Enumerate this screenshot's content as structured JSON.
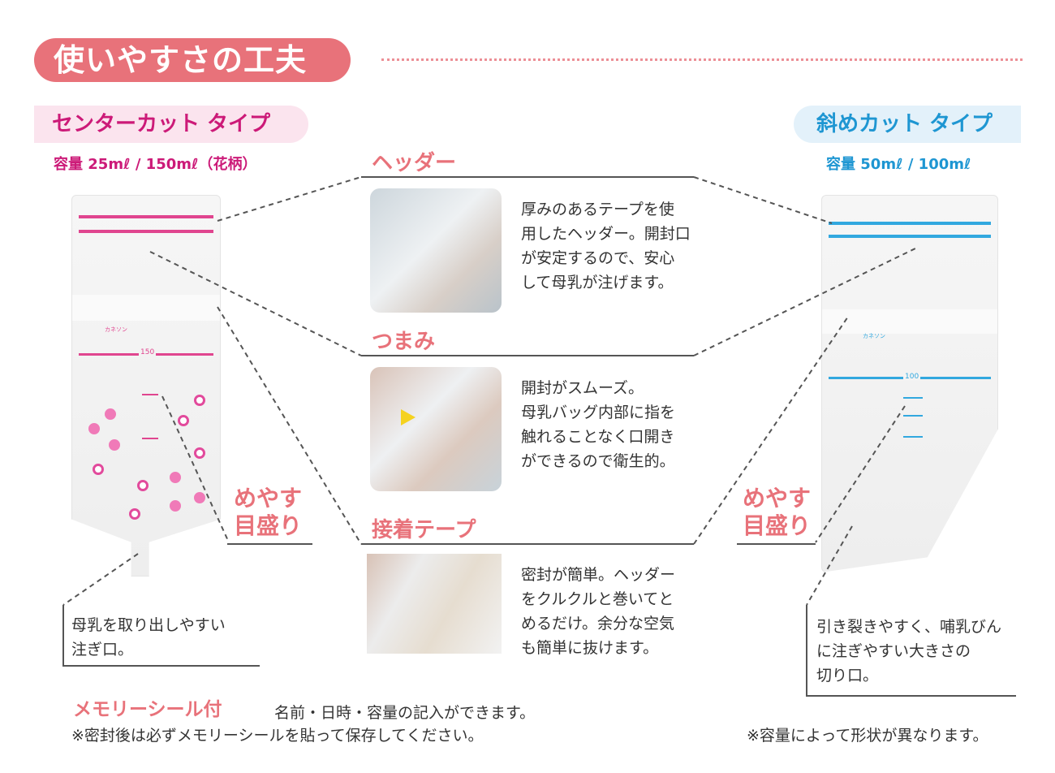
{
  "title": "使いやすさの工夫",
  "center_cut": {
    "label": "センターカット タイプ",
    "capacity": "容量 25mℓ / 150mℓ（花柄）",
    "bag_volume_mark": "150",
    "brand": "カネソン"
  },
  "diagonal_cut": {
    "label": "斜めカット タイプ",
    "capacity": "容量 50mℓ / 100mℓ",
    "bag_volume_mark": "100",
    "brand": "カネソン"
  },
  "features": [
    {
      "title": "ヘッダー",
      "description": "厚みのあるテープを使\n用したヘッダー。開封口\nが安定するので、安心\nして母乳が注げます。"
    },
    {
      "title": "つまみ",
      "description": "開封がスムーズ。\n母乳バッグ内部に指を\n触れることなく口開き\nができるので衛生的。"
    },
    {
      "title": "接着テープ",
      "description": "密封が簡単。ヘッダー\nをクルクルと巻いてと\nめるだけ。余分な空気\nも簡単に抜けます。"
    }
  ],
  "meyasu_label": "めやす\n目盛り",
  "left_callout": "母乳を取り出しやすい\n注ぎ口。",
  "right_callout": "引き裂きやすく、哺乳びん\nに注ぎやすい大きさの\n切り口。",
  "memory_seal": {
    "title": "メモリーシール付",
    "text": "名前・日時・容量の記入ができます。",
    "note": "※密封後は必ずメモリーシールを貼って保存してください。"
  },
  "shape_note": "※容量によって形状が異なります。",
  "colors": {
    "accent": "#e8727a",
    "pink": "#cc1a78",
    "blue": "#1e96d2"
  }
}
